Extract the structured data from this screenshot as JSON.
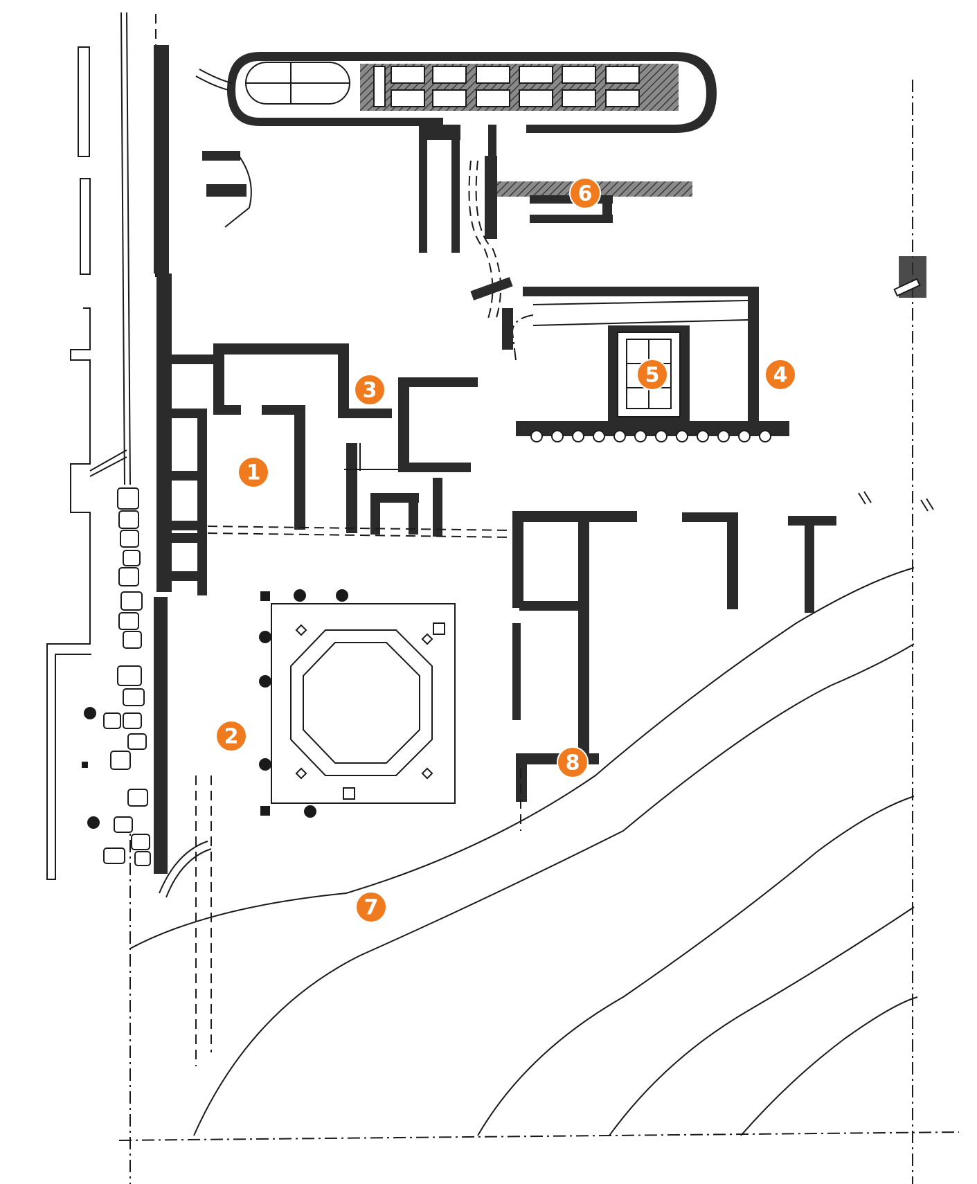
{
  "diagram": {
    "kind": "archaeological-site-plan",
    "marker_color": "#f07a1e",
    "ink_color": "#1a1a1a",
    "markers": [
      {
        "id": "1",
        "label": "1"
      },
      {
        "id": "2",
        "label": "2"
      },
      {
        "id": "3",
        "label": "3"
      },
      {
        "id": "4",
        "label": "4"
      },
      {
        "id": "5",
        "label": "5"
      },
      {
        "id": "6",
        "label": "6"
      },
      {
        "id": "7",
        "label": "7"
      },
      {
        "id": "8",
        "label": "8"
      }
    ]
  }
}
